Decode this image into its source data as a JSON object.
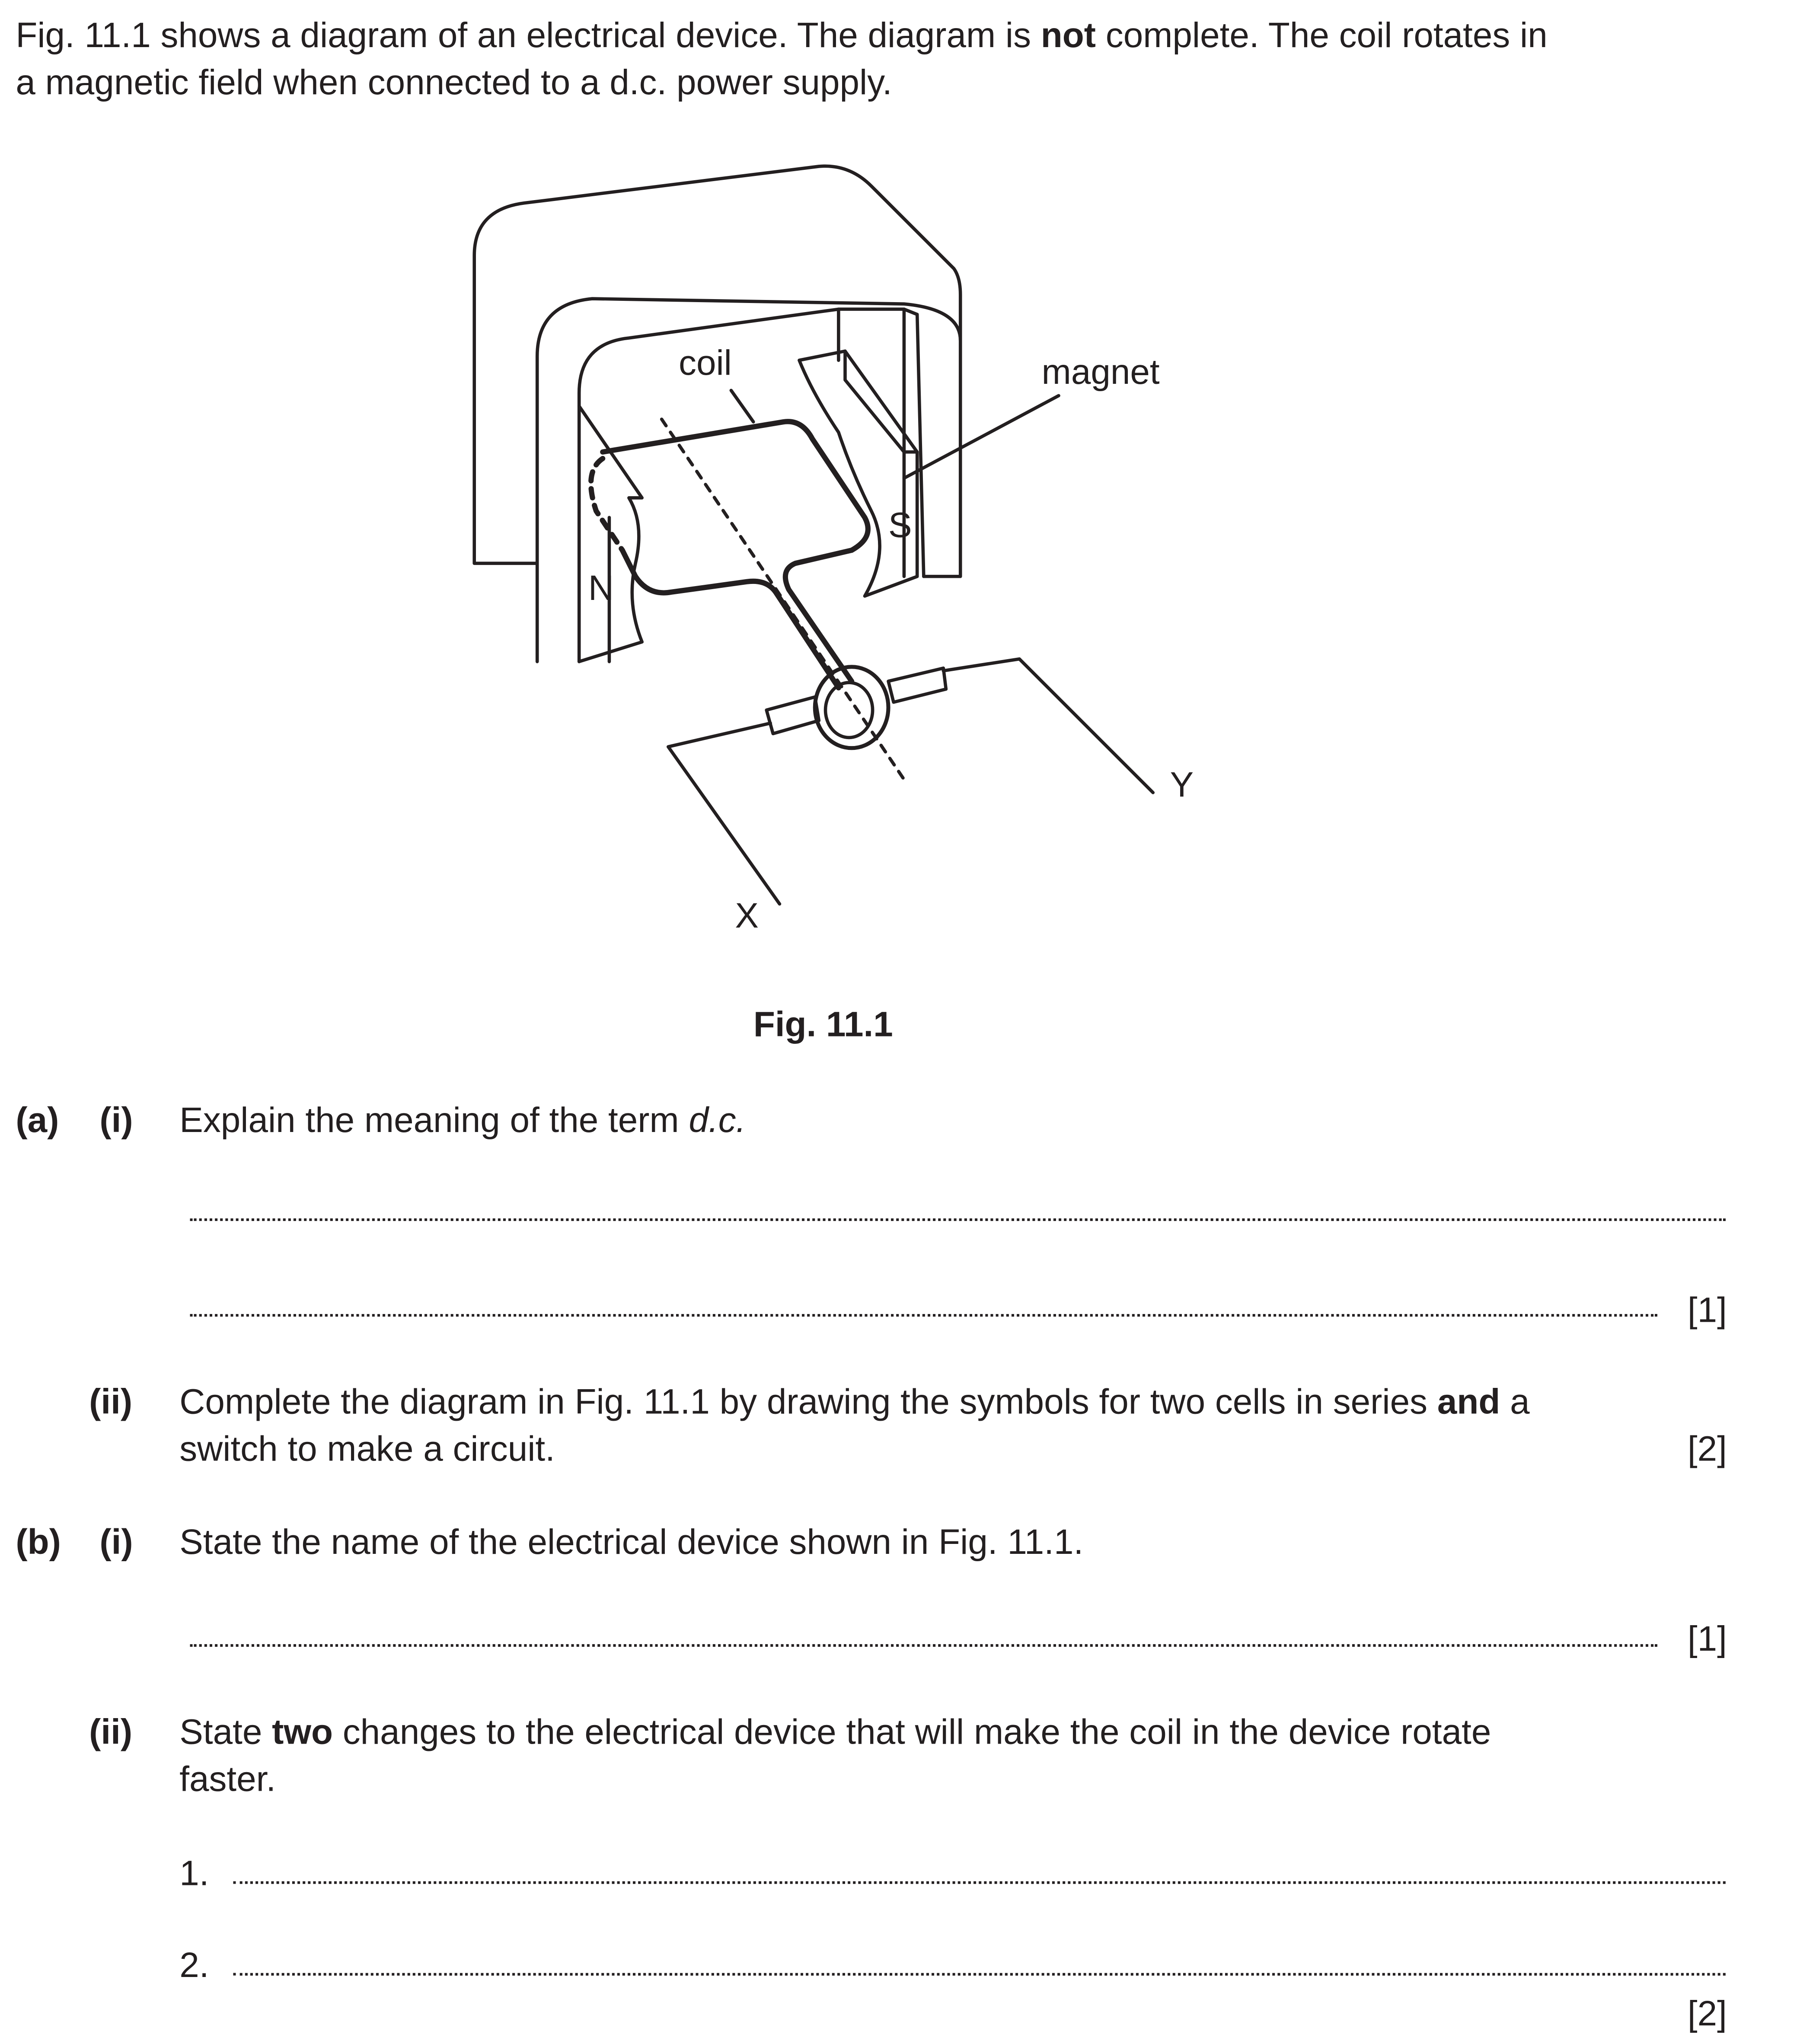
{
  "intro": {
    "line1_a": "Fig. 11.1 shows a diagram of an electrical device. The diagram is ",
    "line1_bold": "not",
    "line1_b": " complete. The coil rotates in",
    "line2": "a magnetic field when connected to a d.c. power supply."
  },
  "figure": {
    "labels": {
      "coil": "coil",
      "magnet": "magnet",
      "north": "N",
      "south": "S",
      "x": "X",
      "y": "Y"
    },
    "caption": "Fig. 11.1"
  },
  "questions": {
    "a": {
      "label": "(a)",
      "i": {
        "label": "(i)",
        "text_a": "Explain the meaning of the term ",
        "text_italic": "d.c.",
        "marks": "[1]"
      },
      "ii": {
        "label": "(ii)",
        "line1_a": "Complete the diagram in Fig. 11.1 by drawing the symbols for two cells in series ",
        "line1_bold": "and",
        "line1_b": " a",
        "line2": "switch to make a circuit.",
        "marks": "[2]"
      }
    },
    "b": {
      "label": "(b)",
      "i": {
        "label": "(i)",
        "text": "State the name of the electrical device shown in Fig. 11.1.",
        "marks": "[1]"
      },
      "ii": {
        "label": "(ii)",
        "line1_a": "State ",
        "line1_bold": "two",
        "line1_b": " changes to the electrical device that will make the coil in the device rotate",
        "line2": "faster.",
        "item1": "1.",
        "item2": "2.",
        "marks": "[2]"
      }
    }
  }
}
